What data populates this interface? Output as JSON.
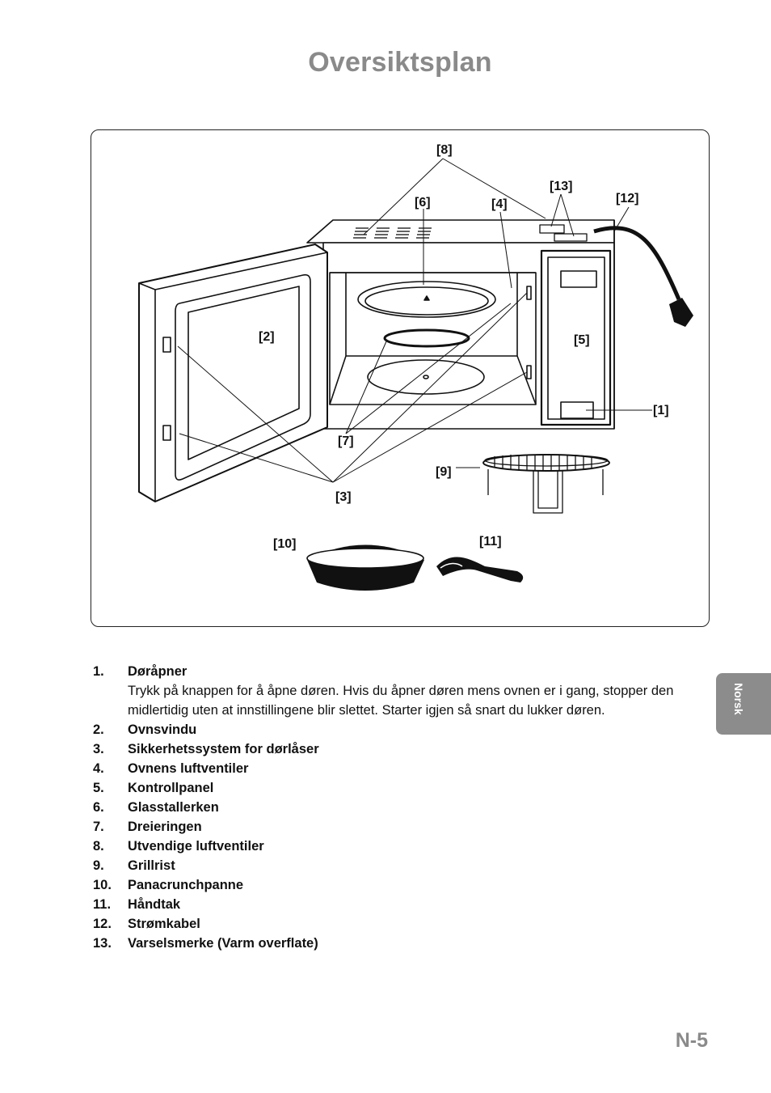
{
  "page": {
    "title": "Oversiktsplan",
    "side_tab": "Norsk",
    "page_number": "N-5"
  },
  "diagram": {
    "callouts": {
      "c1": "[1]",
      "c2": "[2]",
      "c3": "[3]",
      "c4": "[4]",
      "c5": "[5]",
      "c6": "[6]",
      "c7": "[7]",
      "c8": "[8]",
      "c9": "[9]",
      "c10": "[10]",
      "c11": "[11]",
      "c12": "[12]",
      "c13": "[13]"
    }
  },
  "legend": [
    {
      "num": "1.",
      "label": "Døråpner",
      "desc": "Trykk på knappen for å åpne døren. Hvis du åpner døren mens ovnen er i gang, stopper den midlertidig uten at innstillingene blir slettet. Starter igjen så snart du lukker døren."
    },
    {
      "num": "2.",
      "label": "Ovnsvindu"
    },
    {
      "num": "3.",
      "label": "Sikkerhetssystem for dørlåser"
    },
    {
      "num": "4.",
      "label": "Ovnens luftventiler"
    },
    {
      "num": "5.",
      "label": "Kontrollpanel"
    },
    {
      "num": "6.",
      "label": "Glasstallerken"
    },
    {
      "num": "7.",
      "label": "Dreieringen"
    },
    {
      "num": "8.",
      "label": "Utvendige luftventiler"
    },
    {
      "num": "9.",
      "label": "Grillrist"
    },
    {
      "num": "10.",
      "label": "Panacrunchpanne"
    },
    {
      "num": "11.",
      "label": "Håndtak"
    },
    {
      "num": "12.",
      "label": "Strømkabel"
    },
    {
      "num": "13.",
      "label": "Varselsmerke (Varm overflate)"
    }
  ]
}
